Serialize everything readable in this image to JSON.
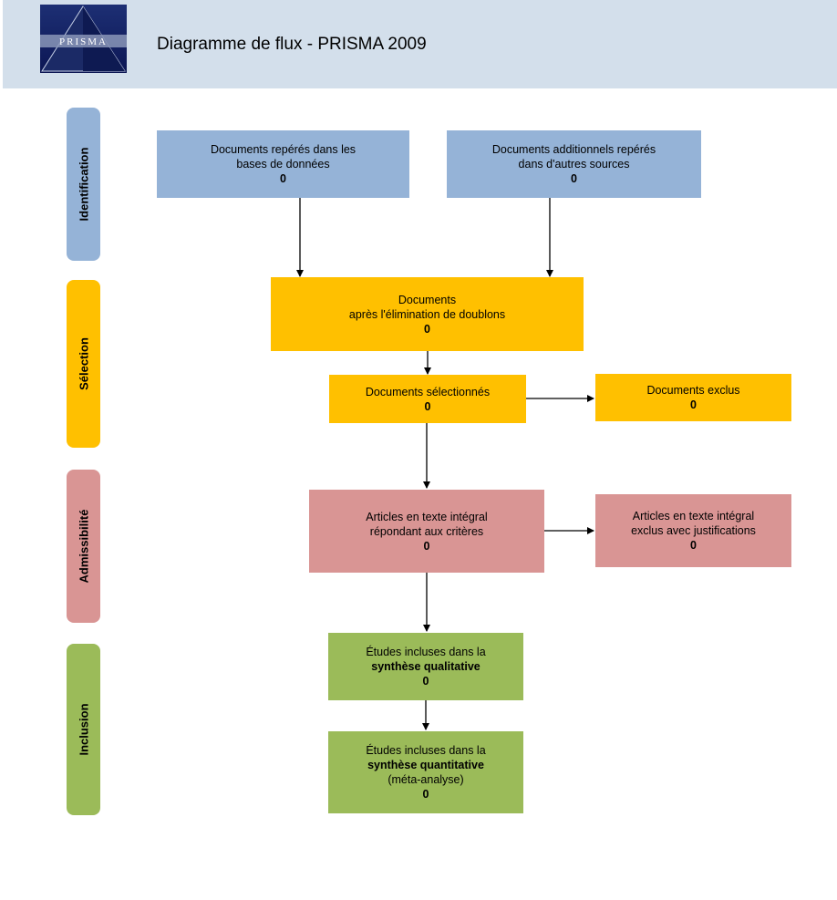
{
  "header": {
    "logo_text": "PRISMA",
    "title": "Diagramme de flux - PRISMA 2009"
  },
  "stages": {
    "identification": "Identification",
    "selection": "Sélection",
    "admissibilite": "Admissibilité",
    "inclusion": "Inclusion"
  },
  "boxes": {
    "db_records": {
      "line1": "Documents repérés dans les",
      "line2": "bases de données",
      "count": "0"
    },
    "other_records": {
      "line1": "Documents additionnels repérés",
      "line2": "dans d'autres sources",
      "count": "0"
    },
    "after_duplicates": {
      "line1": "Documents",
      "line2": "après l'élimination de doublons",
      "count": "0"
    },
    "screened": {
      "line1": "Documents sélectionnés",
      "count": "0"
    },
    "excluded": {
      "line1": "Documents exclus",
      "count": "0"
    },
    "fulltext_eligible": {
      "line1": "Articles en texte intégral",
      "line2": "répondant aux critères",
      "count": "0"
    },
    "fulltext_excluded": {
      "line1": "Articles en texte intégral",
      "line2": "exclus avec justifications",
      "count": "0"
    },
    "qualitative": {
      "line1": "Études incluses dans la",
      "line2": "synthèse qualitative",
      "count": "0"
    },
    "quantitative": {
      "line1": "Études incluses dans la",
      "line2": "synthèse quantitative",
      "line3": "(méta-analyse)",
      "count": "0"
    }
  },
  "colors": {
    "header_bg": "#d3dfeb",
    "identification": "#95b3d7",
    "selection": "#ffc000",
    "admissibilite": "#d99594",
    "inclusion": "#9bbb59"
  }
}
